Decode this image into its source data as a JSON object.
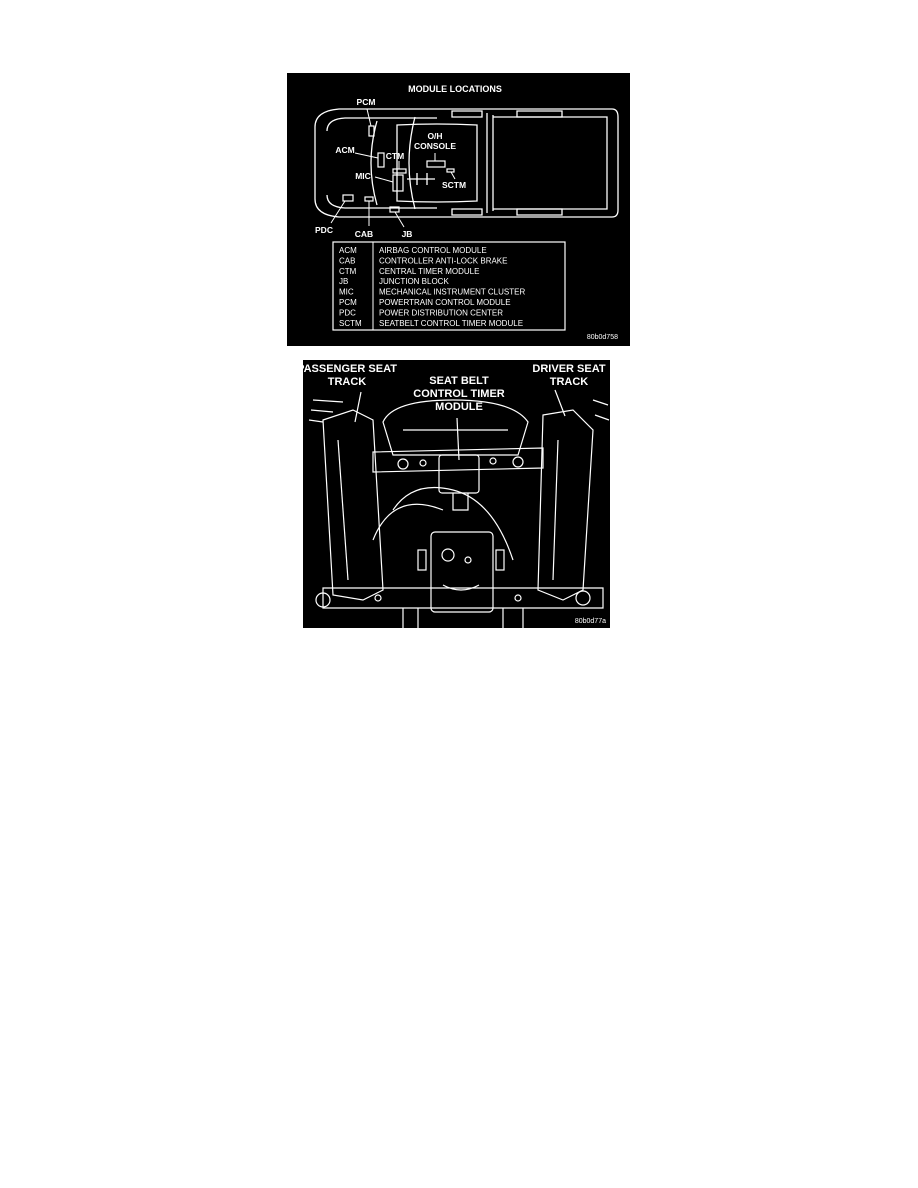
{
  "module_locations": {
    "title": "MODULE LOCATIONS",
    "callouts": {
      "pcm": "PCM",
      "acm": "ACM",
      "ctm": "CTM",
      "oh_console": [
        "O/H",
        "CONSOLE"
      ],
      "mic": "MIC",
      "sctm": "SCTM",
      "pdc": "PDC",
      "cab": "CAB",
      "jb": "JB"
    },
    "legend": [
      {
        "abbr": "ACM",
        "meaning": "AIRBAG CONTROL MODULE"
      },
      {
        "abbr": "CAB",
        "meaning": "CONTROLLER ANTI-LOCK BRAKE"
      },
      {
        "abbr": "CTM",
        "meaning": "CENTRAL TIMER MODULE"
      },
      {
        "abbr": "JB",
        "meaning": "JUNCTION BLOCK"
      },
      {
        "abbr": "MIC",
        "meaning": "MECHANICAL INSTRUMENT CLUSTER"
      },
      {
        "abbr": "PCM",
        "meaning": "POWERTRAIN CONTROL MODULE"
      },
      {
        "abbr": "PDC",
        "meaning": "POWER DISTRIBUTION CENTER"
      },
      {
        "abbr": "SCTM",
        "meaning": "SEATBELT CONTROL TIMER MODULE"
      }
    ],
    "figure_id": "80b0d758"
  },
  "seatbelt_timer": {
    "passenger_label": [
      "PASSENGER SEAT",
      "TRACK"
    ],
    "center_label": [
      "SEAT BELT",
      "CONTROL TIMER",
      "MODULE"
    ],
    "driver_label": [
      "DRIVER SEAT",
      "TRACK"
    ],
    "figure_id": "80b0d77a"
  }
}
